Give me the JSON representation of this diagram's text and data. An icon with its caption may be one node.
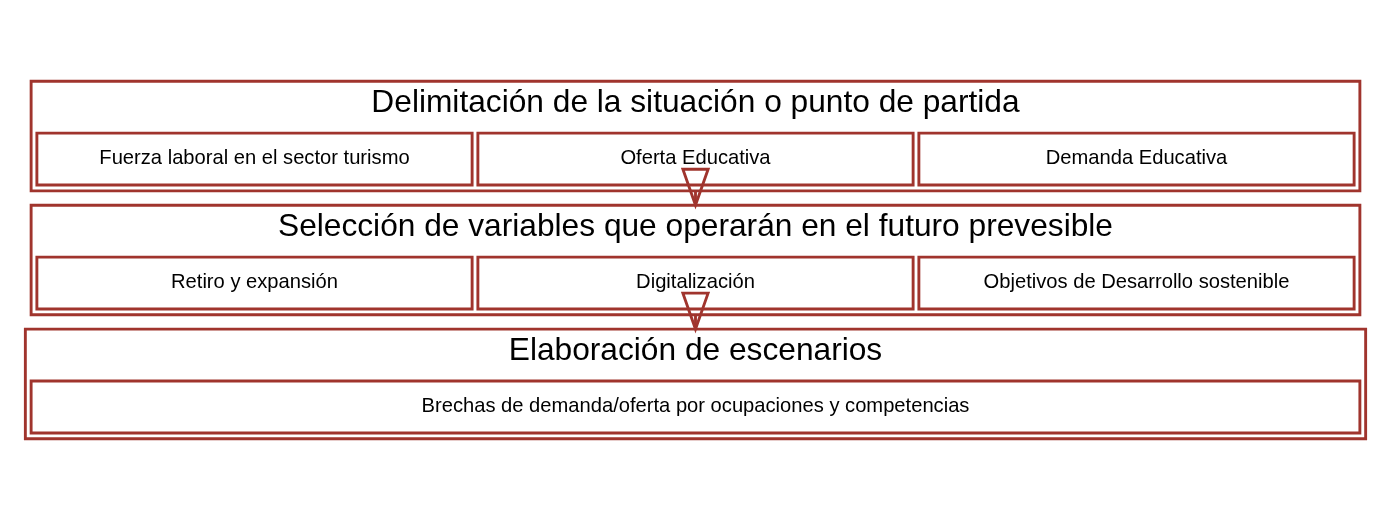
{
  "diagram": {
    "nodes": [
      {
        "text": [
          "Delimitación de la situación o punto de partida"
        ]
      },
      {
        "text": [
          "Fuerza laboral en el sector turismo"
        ],
        "in": 0
      },
      {
        "text": [
          "Oferta Educativa"
        ],
        "in": 0
      },
      {
        "text": [
          "Demanda Educativa"
        ],
        "in": 0
      },
      {
        "text": [
          "Selección de variables que operarán en el futuro prevesible"
        ]
      },
      {
        "text": [
          "Retiro y expansión"
        ],
        "in": 4
      },
      {
        "text": [
          "Digitalización"
        ],
        "in": 4
      },
      {
        "text": [
          "Objetivos de Desarrollo sostenible"
        ],
        "in": 4
      },
      {
        "text": [
          "Elaboración de escenarios"
        ]
      },
      {
        "text": [
          "Brechas de demanda/oferta por ocupaciones y competencias"
        ],
        "in": 8
      }
    ],
    "edges": [
      {
        "from": 0,
        "to": 4,
        "arrow": "to"
      },
      {
        "from": 4,
        "to": 8,
        "arrow": "to"
      }
    ]
  }
}
